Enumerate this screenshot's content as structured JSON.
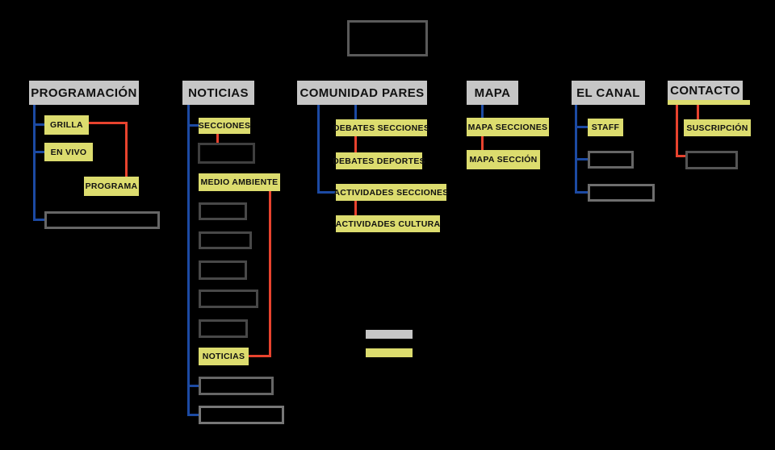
{
  "diagram": {
    "type": "sitemap",
    "root": {
      "label": ""
    },
    "columns": [
      {
        "header": "PROGRAMACIÓN",
        "items": [
          {
            "label": "GRILLA"
          },
          {
            "label": "EN VIVO"
          },
          {
            "label": "PROGRAMA"
          }
        ],
        "placeholder_boxes": 1
      },
      {
        "header": "NOTICIAS",
        "items": [
          {
            "label": "SECCIONES"
          },
          {
            "label": "MEDIO AMBIENTE"
          },
          {
            "label": "NOTICIAS"
          }
        ],
        "placeholder_boxes": 8
      },
      {
        "header": "COMUNIDAD PARES",
        "items": [
          {
            "label": "DEBATES SECCIONES"
          },
          {
            "label": "DEBATES DEPORTES"
          },
          {
            "label": "ACTIVIDADES SECCIONES"
          },
          {
            "label": "ACTIVIDADES CULTURA"
          }
        ],
        "placeholder_boxes": 0
      },
      {
        "header": "MAPA",
        "items": [
          {
            "label": "MAPA SECCIONES"
          },
          {
            "label": "MAPA SECCIÓN"
          }
        ],
        "placeholder_boxes": 0
      },
      {
        "header": "EL CANAL",
        "items": [
          {
            "label": "STAFF"
          }
        ],
        "placeholder_boxes": 2
      },
      {
        "header": "CONTACTO",
        "items": [
          {
            "label": "SUSCRIPCIÓN"
          }
        ],
        "placeholder_boxes": 1
      }
    ],
    "legend": {
      "swatches": [
        {
          "name": "gray-swatch",
          "color": "#c6c6c6"
        },
        {
          "name": "yellow-swatch",
          "color": "#dcdc6e"
        }
      ]
    },
    "colors": {
      "background": "#000000",
      "header_bg": "#c6c6c6",
      "item_bg": "#dcdc6e",
      "connector_primary": "#1c4aa3",
      "connector_secondary": "#e8432e",
      "placeholder_border": "#555555",
      "text": "#111111"
    }
  }
}
